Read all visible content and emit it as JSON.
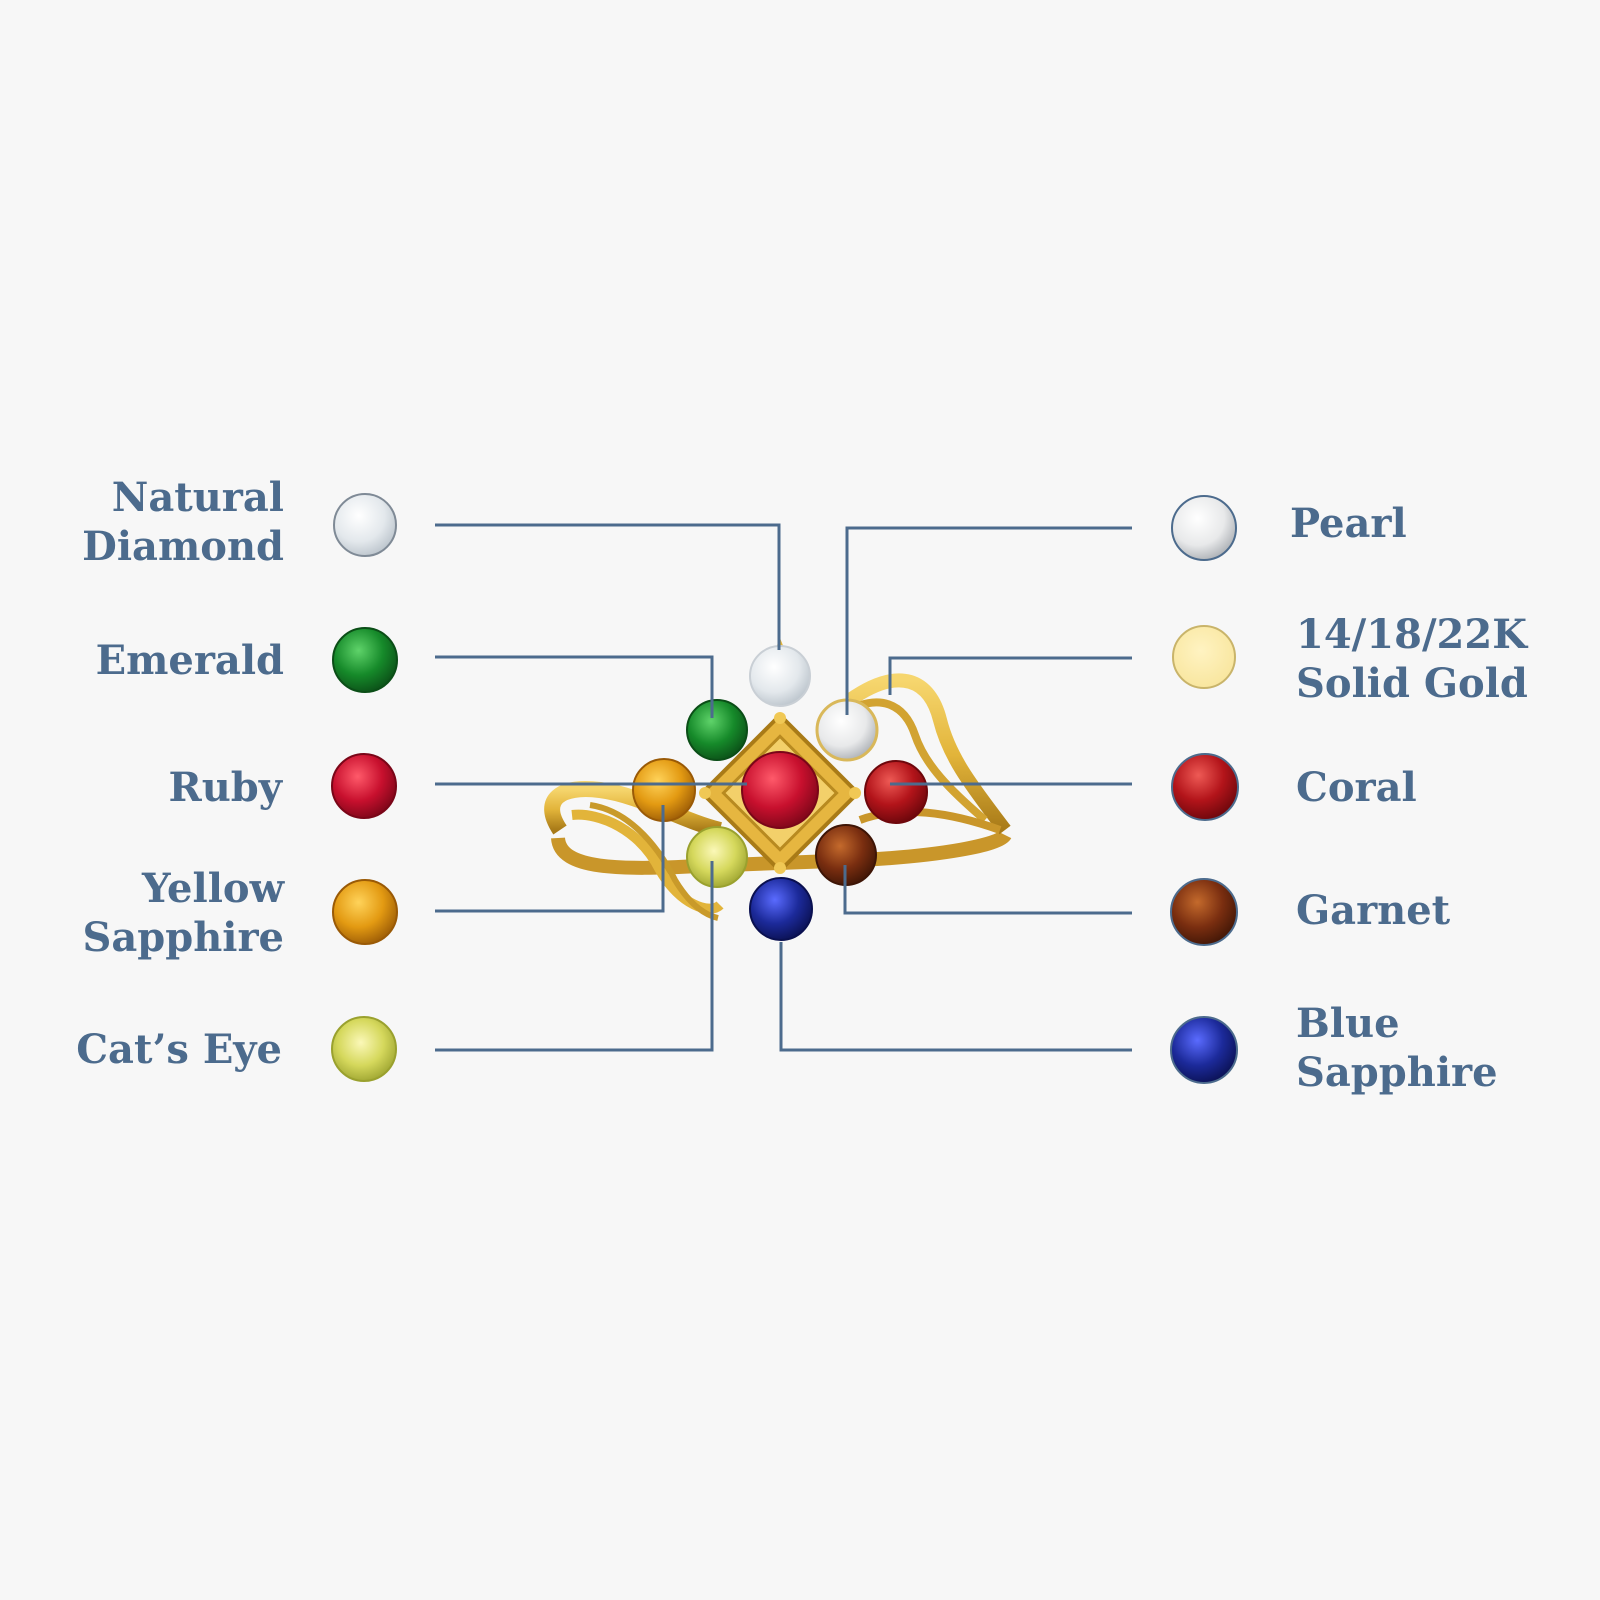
{
  "colors": {
    "label": "#4c6b8d",
    "leader_line": "#4c6b8d",
    "background": "#f7f7f7",
    "gold": "#e2b43a"
  },
  "stones": {
    "natural_diamond": {
      "lines": [
        "Natural",
        "Diamond"
      ],
      "color": "#eef1f3"
    },
    "emerald": {
      "lines": [
        "Emerald"
      ],
      "color": "#168a2a"
    },
    "ruby": {
      "lines": [
        "Ruby"
      ],
      "color": "#c8102e"
    },
    "yellow_sapphire": {
      "lines": [
        "Yellow",
        "Sapphire"
      ],
      "color": "#e39a12"
    },
    "cats_eye": {
      "lines": [
        "Cat’s Eye"
      ],
      "color": "#d5d85c"
    },
    "pearl": {
      "lines": [
        "Pearl"
      ],
      "color": "#e8e9ea"
    },
    "solid_gold": {
      "lines": [
        "14/18/22K",
        "Solid Gold"
      ],
      "color": "#f8e59c"
    },
    "coral": {
      "lines": [
        "Coral"
      ],
      "color": "#b3141a"
    },
    "garnet": {
      "lines": [
        "Garnet"
      ],
      "color": "#7a2e10"
    },
    "blue_sapphire": {
      "lines": [
        "Blue",
        "Sapphire"
      ],
      "color": "#1c2a9a"
    }
  }
}
